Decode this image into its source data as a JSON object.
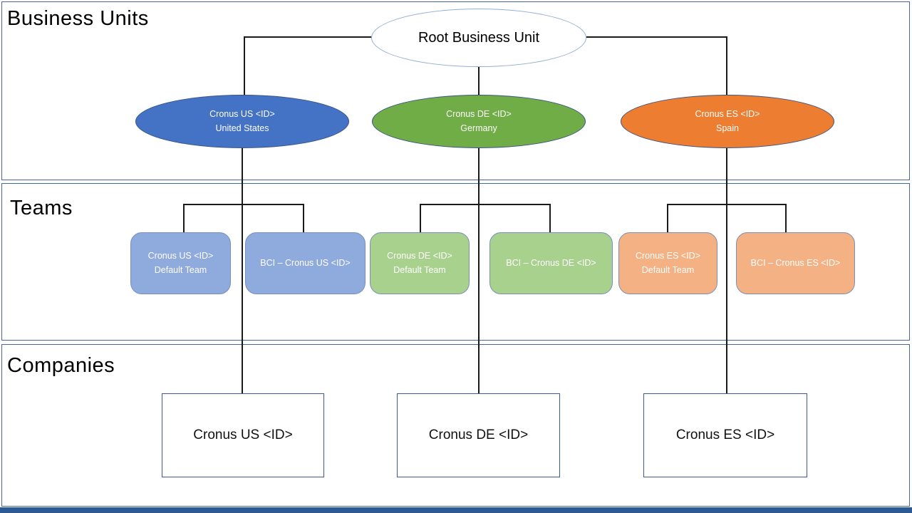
{
  "sections": {
    "business_units": {
      "label": "Business Units"
    },
    "teams": {
      "label": "Teams"
    },
    "companies": {
      "label": "Companies"
    }
  },
  "root": {
    "label": "Root Business Unit"
  },
  "business_units": [
    {
      "line1": "Cronus US <ID>",
      "line2": "United States",
      "fill": "#4472C4"
    },
    {
      "line1": "Cronus DE <ID>",
      "line2": "Germany",
      "fill": "#70AD47"
    },
    {
      "line1": "Cronus ES <ID>",
      "line2": "Spain",
      "fill": "#ED7D31"
    }
  ],
  "teams": [
    {
      "line1": "Cronus US <ID>",
      "line2": "Default Team",
      "fill": "#8FAADC"
    },
    {
      "line1": "BCI – Cronus US <ID>",
      "line2": "",
      "fill": "#8FAADC"
    },
    {
      "line1": "Cronus DE <ID>",
      "line2": "Default Team",
      "fill": "#A9D18E"
    },
    {
      "line1": "BCI – Cronus DE <ID>",
      "line2": "",
      "fill": "#A9D18E"
    },
    {
      "line1": "Cronus ES <ID>",
      "line2": "Default Team",
      "fill": "#F4B183"
    },
    {
      "line1": "BCI – Cronus ES <ID>",
      "line2": "",
      "fill": "#F4B183"
    }
  ],
  "companies": [
    {
      "label": "Cronus US <ID>"
    },
    {
      "label": "Cronus DE <ID>"
    },
    {
      "label": "Cronus ES <ID>"
    }
  ],
  "colors": {
    "ellipse_us": "#4472C4",
    "ellipse_de": "#70AD47",
    "ellipse_es": "#ED7D31",
    "team_us": "#8FAADC",
    "team_de": "#A9D18E",
    "team_es": "#F4B183",
    "section_border": "#44689f",
    "connector": "#1a1a1a",
    "footer_bar": "#2e5a94"
  }
}
